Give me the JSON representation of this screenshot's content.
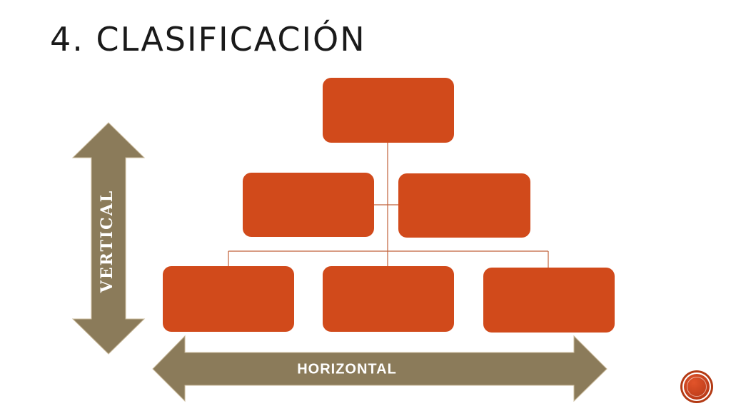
{
  "slide": {
    "title": "4. CLASIFICACIÓN"
  },
  "diagram": {
    "box_color": "#d14a1b",
    "connector_color": "#c0623a",
    "arrow_color": "#8b7b5a",
    "arrow_outline": "#d9cbb0",
    "levels": [
      {
        "level": 1,
        "boxes": 1
      },
      {
        "level": 2,
        "boxes": 2
      },
      {
        "level": 3,
        "boxes": 3
      }
    ],
    "vertical_arrow_label": "VERTICAL",
    "horizontal_arrow_label": "HORIZONTAL"
  },
  "nav": {
    "button_icon": "round-red-button-icon"
  }
}
